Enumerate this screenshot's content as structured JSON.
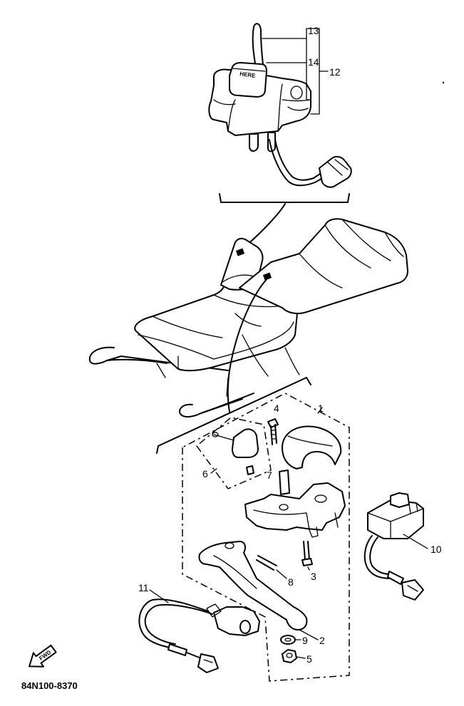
{
  "diagram": {
    "drawing_code": "84N100-8370",
    "fwd_label": "FWD",
    "switch_label": "HERE",
    "callouts": {
      "c1": "1",
      "c2": "2",
      "c3": "3",
      "c4": "4",
      "c5": "5",
      "c6": "6",
      "c7": "7",
      "c8": "8",
      "c9": "9",
      "c10": "10",
      "c11": "11",
      "c12": "12",
      "c13": "13",
      "c14": "14"
    }
  }
}
